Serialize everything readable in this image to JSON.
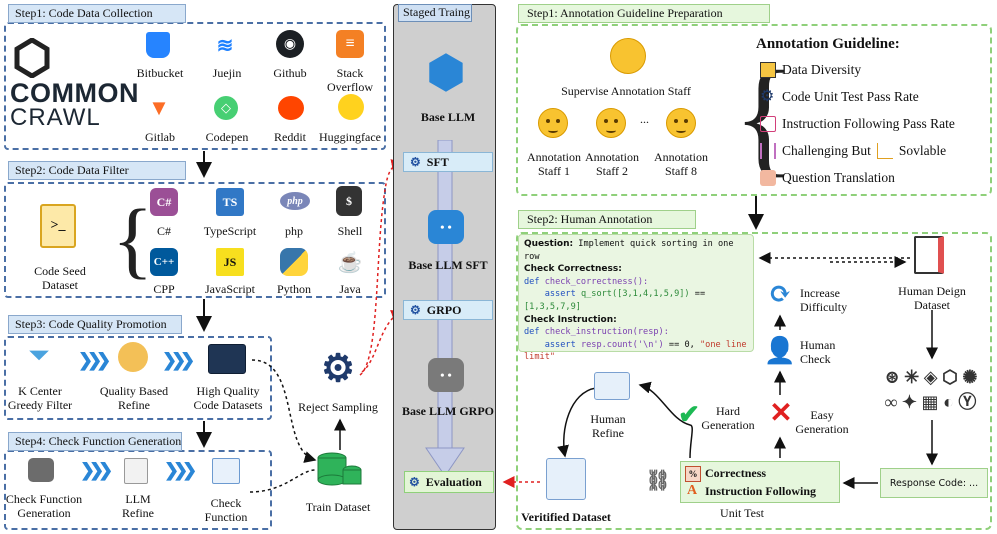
{
  "left": {
    "step1": {
      "title": "Step1: Code Data Collection",
      "logo_top": "COMMON",
      "logo_bottom": "CRAWL",
      "sources": [
        "Bitbucket",
        "Juejin",
        "Github",
        "Stack Overflow",
        "Gitlab",
        "Codepen",
        "Reddit",
        "Huggingface"
      ]
    },
    "step2": {
      "title": "Step2: Code Data Filter",
      "seed_label": "Code Seed Dataset",
      "langs": [
        "C#",
        "TypeScript",
        "php",
        "Shell",
        "CPP",
        "JavaScript",
        "Python",
        "Java"
      ]
    },
    "step3": {
      "title": "Step3: Code Quality Promotion",
      "items": [
        "K Center Greedy Filter",
        "Quality Based Refine",
        "High Quality Code Datasets"
      ]
    },
    "step4": {
      "title": "Step4: Check Function Generation",
      "items": [
        "Check Function Generation",
        "LLM Refine",
        "Check Function"
      ]
    },
    "reject_sampling": "Reject Sampling",
    "train_dataset": "Train Dataset"
  },
  "center": {
    "title": "Staged Traing",
    "base_llm": "Base LLM",
    "sft": "SFT",
    "base_llm_sft": "Base LLM SFT",
    "grpo": "GRPO",
    "base_llm_grpo": "Base LLM GRPO",
    "evaluation": "Evaluation"
  },
  "right": {
    "step1": {
      "title": "Step1: Annotation Guideline Preparation",
      "supervisor": "Supervise Annotation Staff",
      "staff": [
        "Annotation Staff 1",
        "Annotation Staff 2",
        "Annotation Staff 8"
      ],
      "ellipsis": "...",
      "guideline_title": "Annotation Guideline:",
      "guidelines": [
        "Data Diversity",
        "Code Unit Test Pass Rate",
        "Instruction Following Pass Rate",
        "Challenging But",
        "Sovlable",
        "Question Translation"
      ]
    },
    "step2": {
      "title": "Step2: Human Annotation",
      "code": {
        "q_label": "Question:",
        "q_text": "Implement quick sorting in one row",
        "cc_label": "Check Correctness:",
        "cc_def": "def",
        "cc_fn": "check_correctness():",
        "cc_assert": "assert",
        "cc_call": "q_sort([3,1,4,1,5,9])",
        "cc_eq": "==",
        "cc_res": "[1,3,5,7,9]",
        "ci_label": "Check Instruction:",
        "ci_def": "def",
        "ci_fn": "check_instruction(resp):",
        "ci_assert": "assert",
        "ci_call": "resp.count('\\n')",
        "ci_eq": "== 0,",
        "ci_msg": "\"one line limit\""
      },
      "increase_difficulty": "Increase Difficulty",
      "human_design": "Human Deign Dataset",
      "human_check": "Human Check",
      "human_refine": "Human Refine",
      "hard": "Hard Generation",
      "easy": "Easy Generation",
      "verified": "Veritified Dataset",
      "correctness": "Correctness",
      "instruction_following": "Instruction Following",
      "unit_test": "Unit Test",
      "response_code": "Response Code: ..."
    }
  },
  "colors": {
    "blue_dash": "#4a6fa5",
    "green_dash": "#8fd07a",
    "red_arrow": "#e02020",
    "accent_blue": "#2a86d6"
  }
}
